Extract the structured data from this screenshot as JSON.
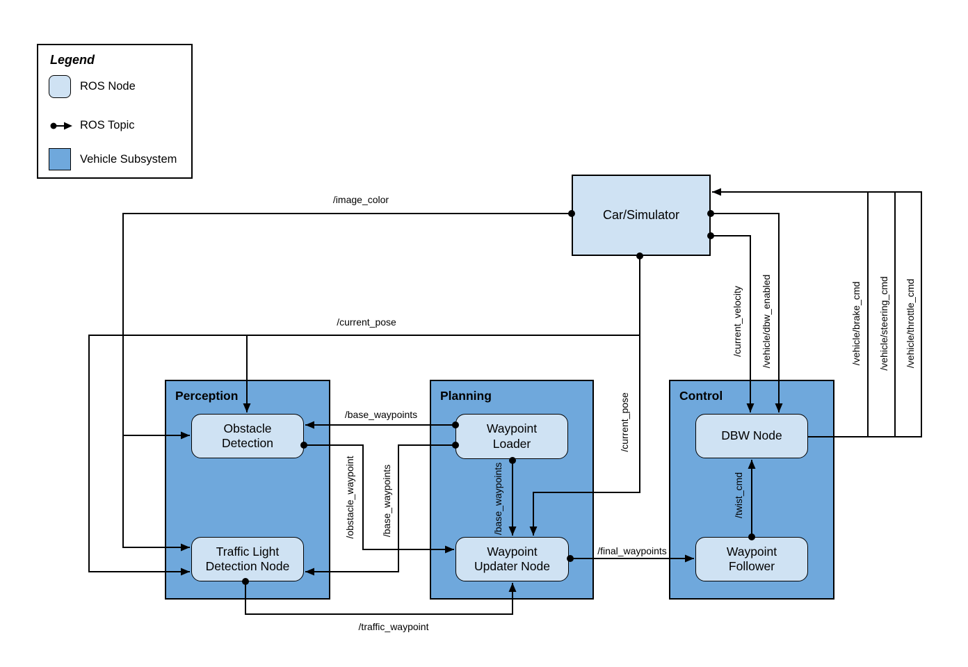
{
  "legend": {
    "title": "Legend",
    "ros_node": "ROS Node",
    "ros_topic": "ROS Topic",
    "vehicle_subsystem": "Vehicle Subsystem"
  },
  "subsystems": {
    "perception": "Perception",
    "planning": "Planning",
    "control": "Control"
  },
  "nodes": {
    "car_simulator": "Car/Simulator",
    "obstacle_detection": "Obstacle Detection",
    "traffic_light_detection": "Traffic Light Detection Node",
    "waypoint_loader": "Waypoint Loader",
    "waypoint_updater": "Waypoint Updater Node",
    "dbw_node": "DBW Node",
    "waypoint_follower": "Waypoint Follower"
  },
  "topics": {
    "image_color": "/image_color",
    "current_pose": "/current_pose",
    "base_waypoints": "/base_waypoints",
    "obstacle_waypoint": "/obstacle_waypoint",
    "traffic_waypoint": "/traffic_waypoint",
    "final_waypoints": "/final_waypoints",
    "twist_cmd": "/twist_cmd",
    "current_velocity": "/current_velocity",
    "dbw_enabled": "/vehicle/dbw_enabled",
    "brake_cmd": "/vehicle/brake_cmd",
    "steering_cmd": "/vehicle/steering_cmd",
    "throttle_cmd": "/vehicle/throttle_cmd"
  },
  "colors": {
    "node_fill": "#cfe2f3",
    "subsystem_fill": "#6fa8dc",
    "line": "#000000"
  }
}
